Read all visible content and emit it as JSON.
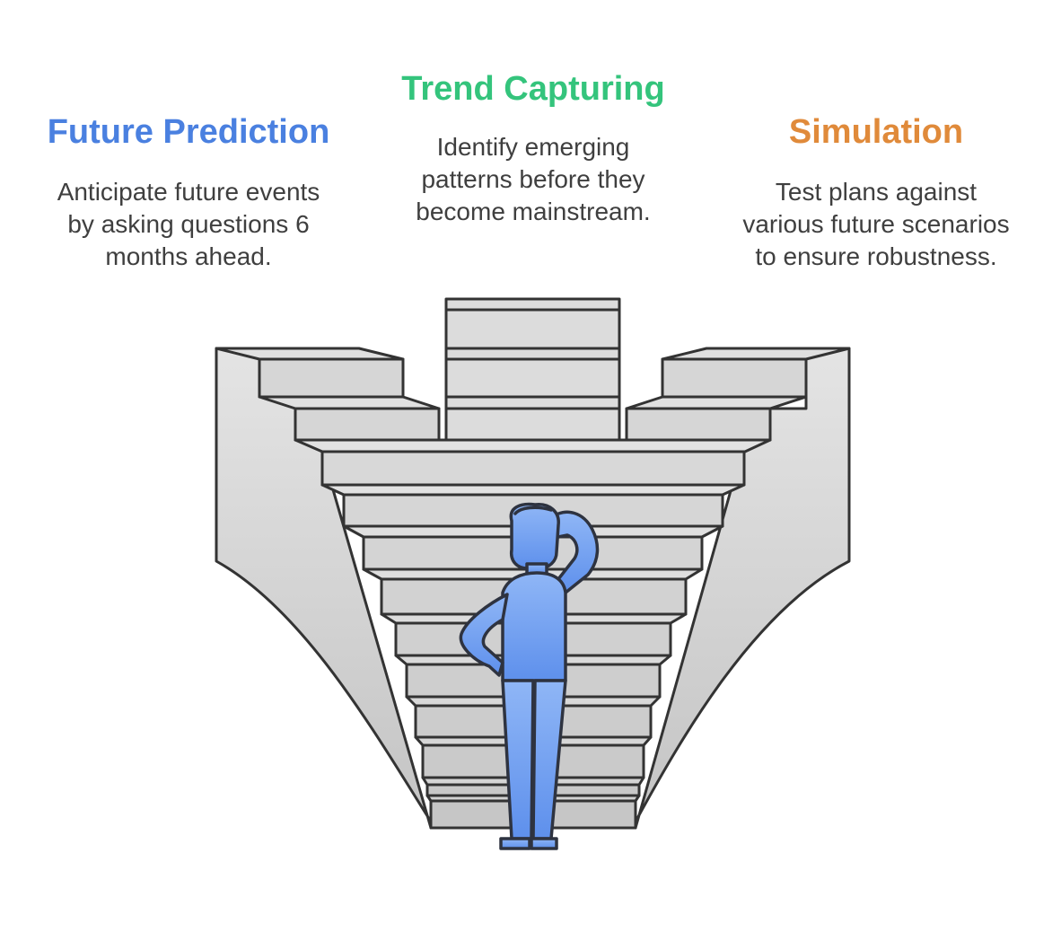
{
  "colors": {
    "left_title": "#4a80e0",
    "center_title": "#34c47c",
    "right_title": "#e08a3a",
    "person_fill": "#79a6f2",
    "person_stroke": "#2e3340",
    "stair_fill": "#d9d9d9",
    "stair_stroke": "#333333"
  },
  "blocks": {
    "left": {
      "title": "Future Prediction",
      "lines": [
        "Anticipate future events",
        "by asking questions 6",
        "months ahead."
      ]
    },
    "center": {
      "title": "Trend Capturing",
      "lines": [
        "Identify emerging",
        "patterns before they",
        "become mainstream."
      ]
    },
    "right": {
      "title": "Simulation",
      "lines": [
        "Test plans against",
        "various future scenarios",
        "to ensure robustness."
      ]
    }
  },
  "illustration": {
    "icon": "thinking-person-icon",
    "structure": "stairs-structure"
  }
}
